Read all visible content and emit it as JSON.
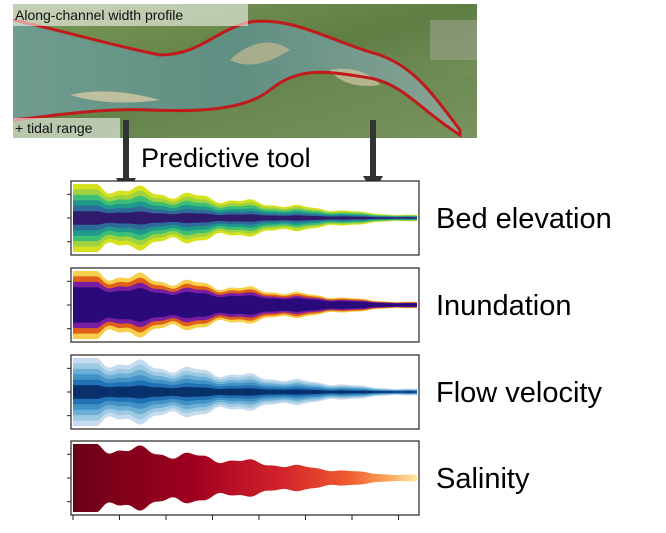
{
  "map": {
    "caption_top": "Along-channel width profile",
    "caption_bottom": "+ tidal range"
  },
  "tool": {
    "label": "Predictive tool"
  },
  "panels": [
    {
      "key": "bed",
      "label": "Bed elevation",
      "colors": [
        "#2f1a6b",
        "#2f6b9a",
        "#1f9a8a",
        "#3fbf73",
        "#9fd23f",
        "#d7e21f"
      ]
    },
    {
      "key": "inundation",
      "label": "Inundation",
      "colors": [
        "#2a0a7a",
        "#2a0a7a",
        "#2a0a7a",
        "#7a1da0",
        "#e0601a",
        "#f6d04a"
      ]
    },
    {
      "key": "velocity",
      "label": "Flow velocity",
      "colors": [
        "#08306b",
        "#2171b5",
        "#4292c6",
        "#6baed6",
        "#9ecae1",
        "#c6dbef"
      ]
    },
    {
      "key": "salinity",
      "label": "Salinity",
      "colors": [
        "#6b0015",
        "#a00020",
        "#d2222a",
        "#ef5a2e",
        "#fba85a",
        "#fde9a5"
      ]
    }
  ],
  "colors": {
    "channel_outline": "#c01a1a",
    "arrow": "#333333",
    "panel_border": "#222222"
  }
}
